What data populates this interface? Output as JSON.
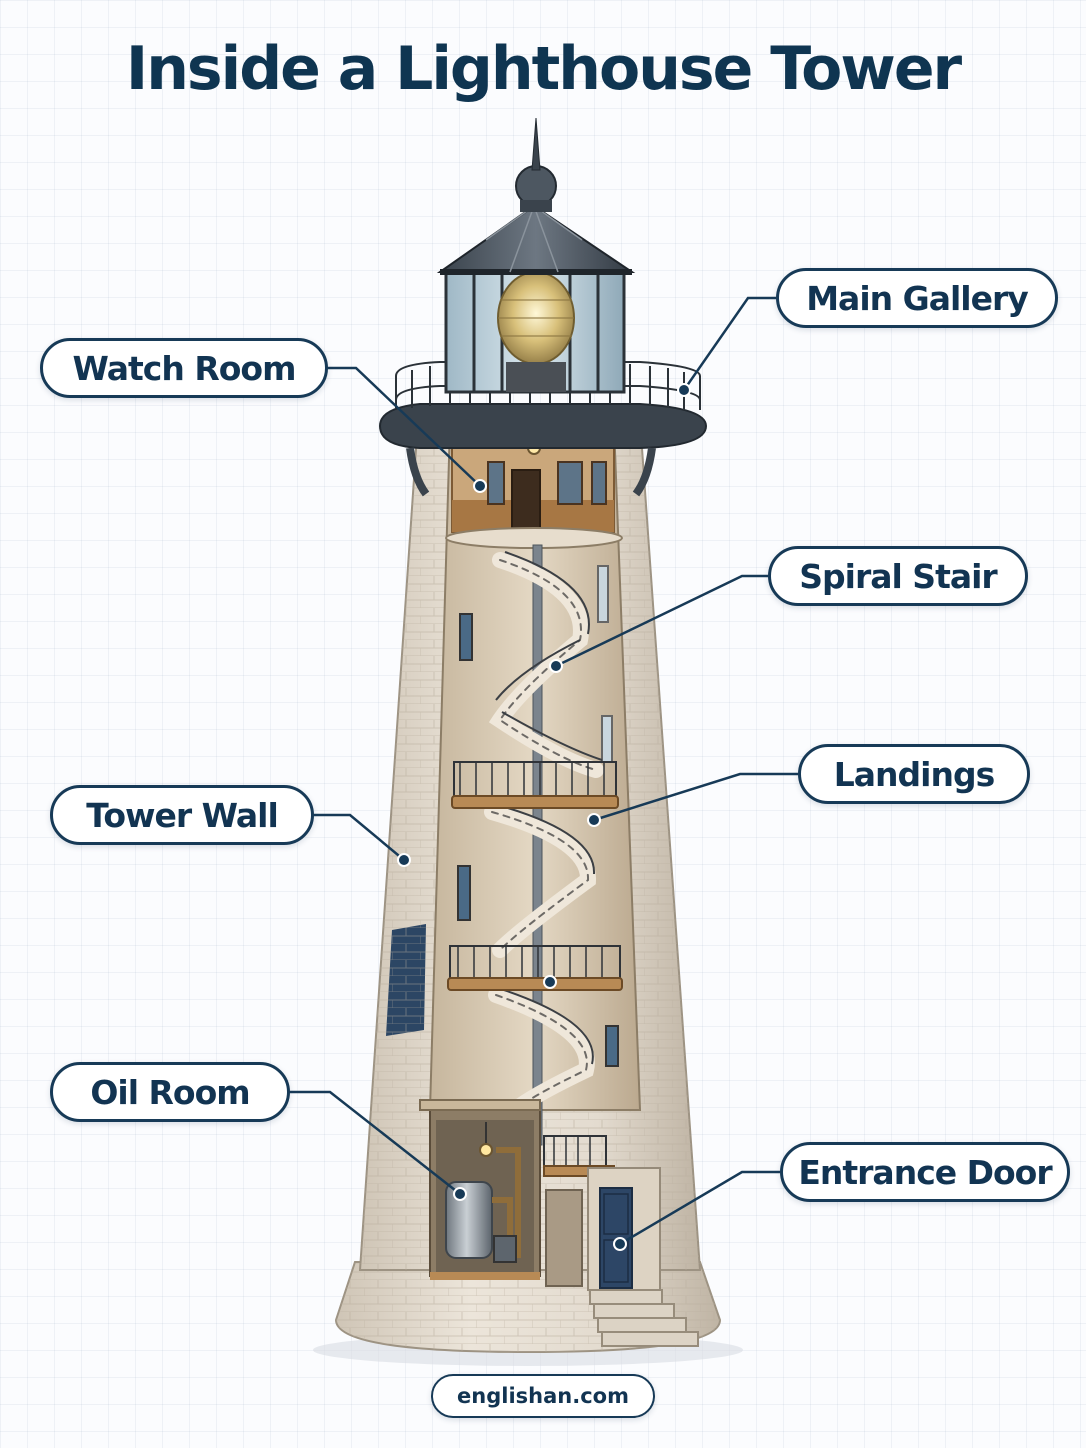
{
  "title": "Inside a Lighthouse Tower",
  "labels": {
    "main_gallery": "Main Gallery",
    "watch_room": "Watch Room",
    "spiral_stair": "Spiral Stair",
    "landings": "Landings",
    "tower_wall": "Tower Wall",
    "oil_room": "Oil Room",
    "entrance_door": "Entrance Door"
  },
  "footer": "englishan.com",
  "colors": {
    "navy": "#173a57",
    "stone": "#e6ddd0",
    "interior": "#d9ccb8",
    "metal": "#3d4650",
    "wood": "#b88a55"
  }
}
